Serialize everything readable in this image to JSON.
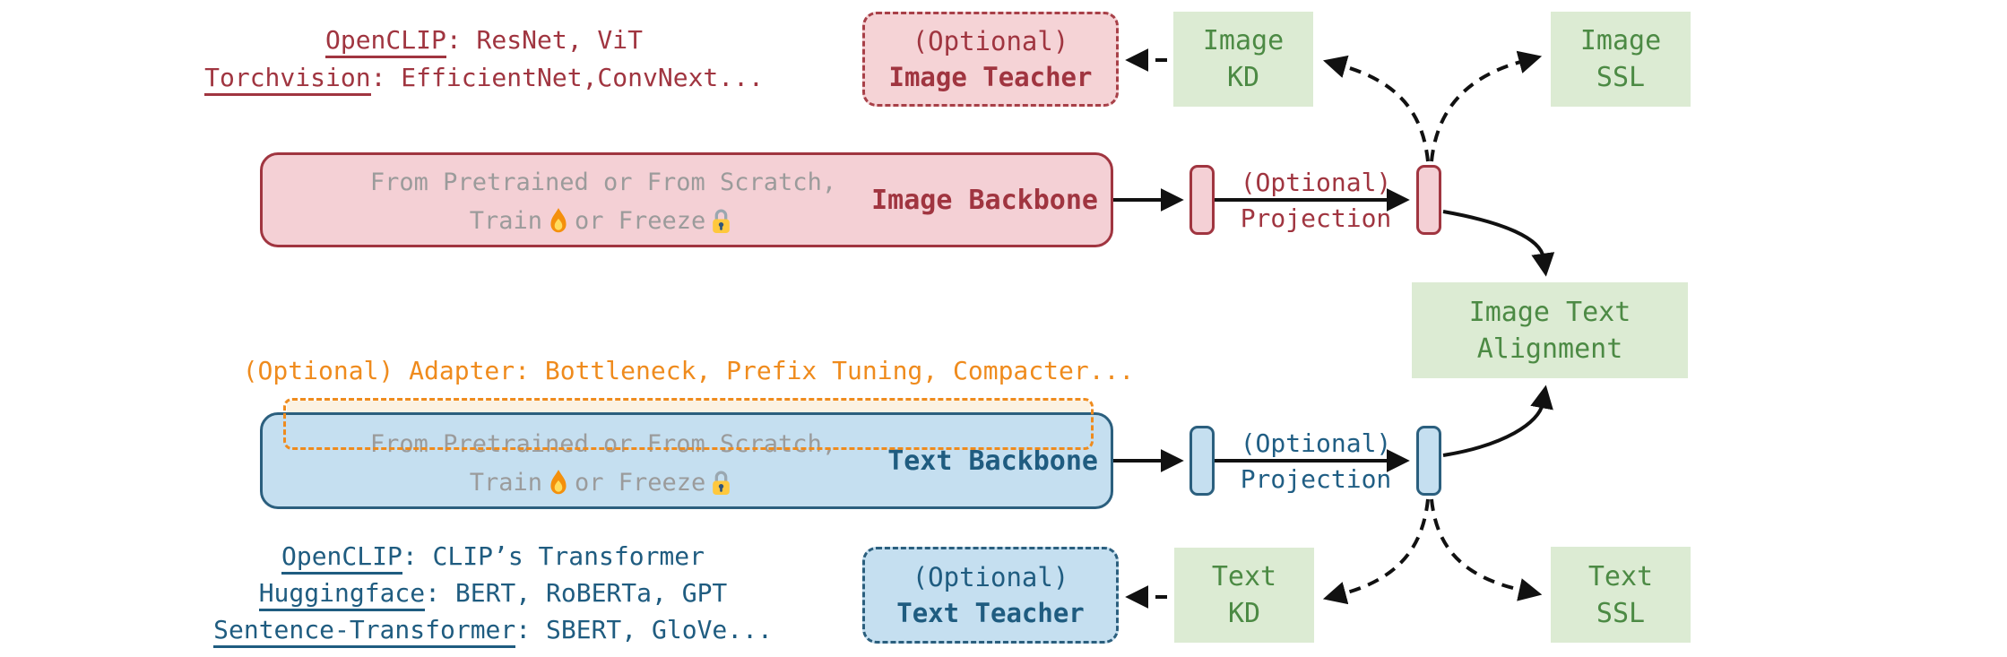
{
  "figure": {
    "title": "vision-language pretraining framework diagram"
  },
  "colors": {
    "red_accent": "#A03540",
    "pink_fill": "#F4D0D5",
    "blue_accent": "#1F5C80",
    "blue_border": "#2B5F7E",
    "blue_fill": "#C5DFF0",
    "green_fill": "#DCEBD3",
    "green_text": "#4C8A44",
    "orange_accent": "#EF8B1D",
    "gray_text": "#9B9B9B",
    "arrow_black": "#111111"
  },
  "annotations": {
    "image_models": {
      "lines": [
        {
          "u": "OpenCLIP",
          "rest": ": ResNet, ViT"
        },
        {
          "u": "Torchvision",
          "rest": ": EfficientNet,ConvNext..."
        }
      ]
    },
    "text_models": {
      "lines": [
        {
          "u": "OpenCLIP",
          "rest": ": CLIP’s Transformer"
        },
        {
          "u": "Huggingface",
          "rest": ": BERT, RoBERTa, GPT"
        },
        {
          "u": "Sentence-Transformer",
          "rest": ": SBERT, GloVe..."
        }
      ]
    },
    "adapter": "(Optional) Adapter: Bottleneck, Prefix Tuning, Compacter..."
  },
  "boxes": {
    "image_teacher": {
      "line1": "(Optional)",
      "line2": "Image Teacher"
    },
    "image_kd": {
      "line1": "Image",
      "line2": "KD"
    },
    "image_ssl": {
      "line1": "Image",
      "line2": "SSL"
    },
    "image_backbone": {
      "label": "Image Backbone",
      "pretrain": "From Pretrained or From Scratch,",
      "train": "Train",
      "or_freeze": "or Freeze"
    },
    "image_projection": {
      "line1": "(Optional)",
      "line2": "Projection"
    },
    "alignment": {
      "line1": "Image Text",
      "line2": "Alignment"
    },
    "text_backbone": {
      "label": "Text Backbone",
      "pretrain": "From Pretrained or From Scratch,",
      "train": "Train",
      "or_freeze": "or Freeze"
    },
    "text_projection": {
      "line1": "(Optional)",
      "line2": "Projection"
    },
    "text_teacher": {
      "line1": "(Optional)",
      "line2": "Text Teacher"
    },
    "text_kd": {
      "line1": "Text",
      "line2": "KD"
    },
    "text_ssl": {
      "line1": "Text",
      "line2": "SSL"
    }
  }
}
